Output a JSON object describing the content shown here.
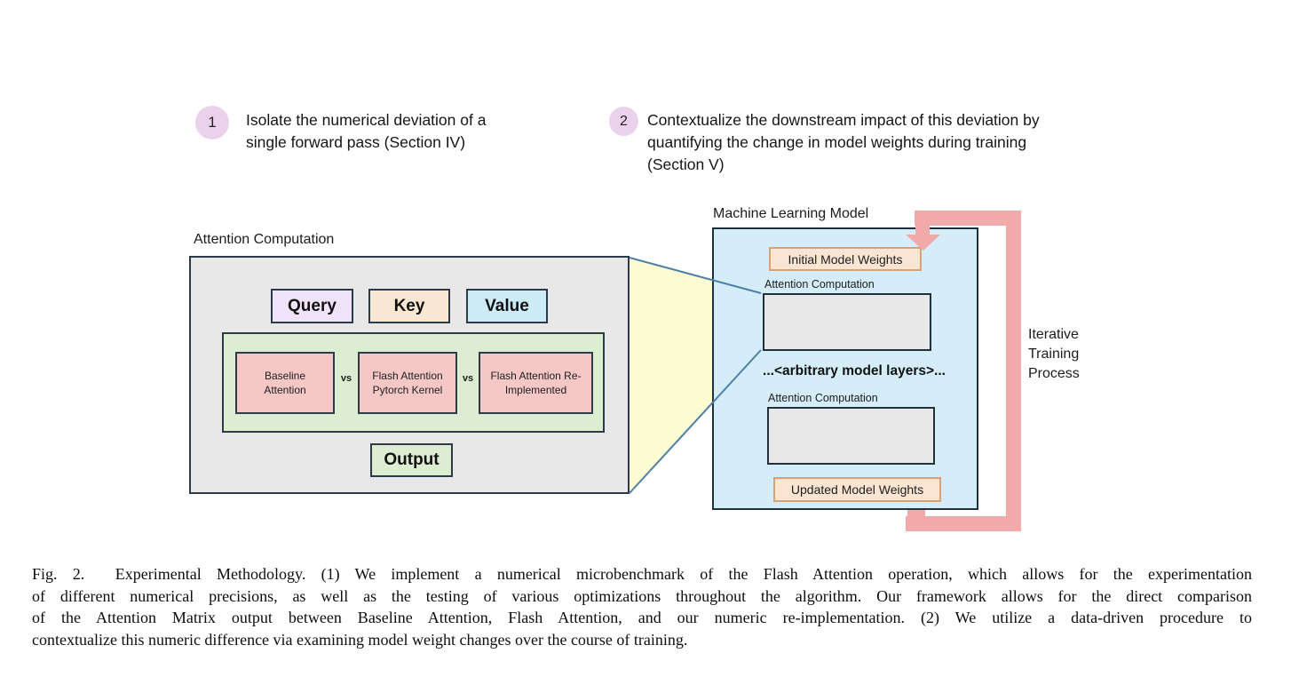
{
  "steps": [
    {
      "number": "1",
      "lines": [
        "Isolate the numerical deviation of a",
        "single forward pass (Section IV)"
      ]
    },
    {
      "number": "2",
      "lines": [
        "Contextualize the downstream impact of this deviation by",
        "quantifying the change in model weights during training",
        "(Section V)"
      ]
    }
  ],
  "attention_diagram": {
    "title": "Attention Computation",
    "query_label": "Query",
    "key_label": "Key",
    "value_label": "Value",
    "vs_label": "vs",
    "candidates": [
      "Baseline Attention",
      "Flash Attention Pytorch Kernel",
      "Flash Attention Re-Implemented"
    ],
    "output_label": "Output"
  },
  "model_diagram": {
    "title": "Machine Learning Model",
    "initial_weights_label": "Initial Model Weights",
    "attention_block_label": "Attention Computation",
    "arbitrary_layers_label": "...<arbitrary model layers>...",
    "updated_weights_label": "Updated Model Weights",
    "loop_label_lines": [
      "Iterative",
      "Training",
      "Process"
    ]
  },
  "caption": {
    "lines": [
      "Fig. 2.  Experimental Methodology. (1) We implement a numerical microbenchmark of the Flash Attention operation, which allows for the experimentation",
      "of different numerical precisions, as well as the testing of various optimizations throughout the algorithm. Our framework allows for the direct comparison",
      "of the Attention Matrix output between Baseline Attention, Flash Attention, and our numeric re-implementation. (2) We utilize a data-driven procedure to",
      "contextualize this numeric difference via examining model weight changes over the course of training."
    ]
  },
  "colors": {
    "badge_bg": "#EBD2EC",
    "panel_gray_fill": "#E8E8E8",
    "panel_border_dark": "#2D3B49",
    "query_fill": "#EFE3F9",
    "key_fill": "#F8E7D3",
    "value_fill": "#CDEAF7",
    "comparison_fill": "#DCEDD1",
    "candidate_fill": "#F5C7C7",
    "output_fill": "#DCEDD1",
    "model_fill": "#D5EDF9",
    "weights_fill": "#FAE4D2",
    "weights_border": "#D9A077",
    "funnel_fill": "#FDFBD1",
    "funnel_line": "#4E7FA6",
    "loop_arrow": "#F1A9A9"
  }
}
